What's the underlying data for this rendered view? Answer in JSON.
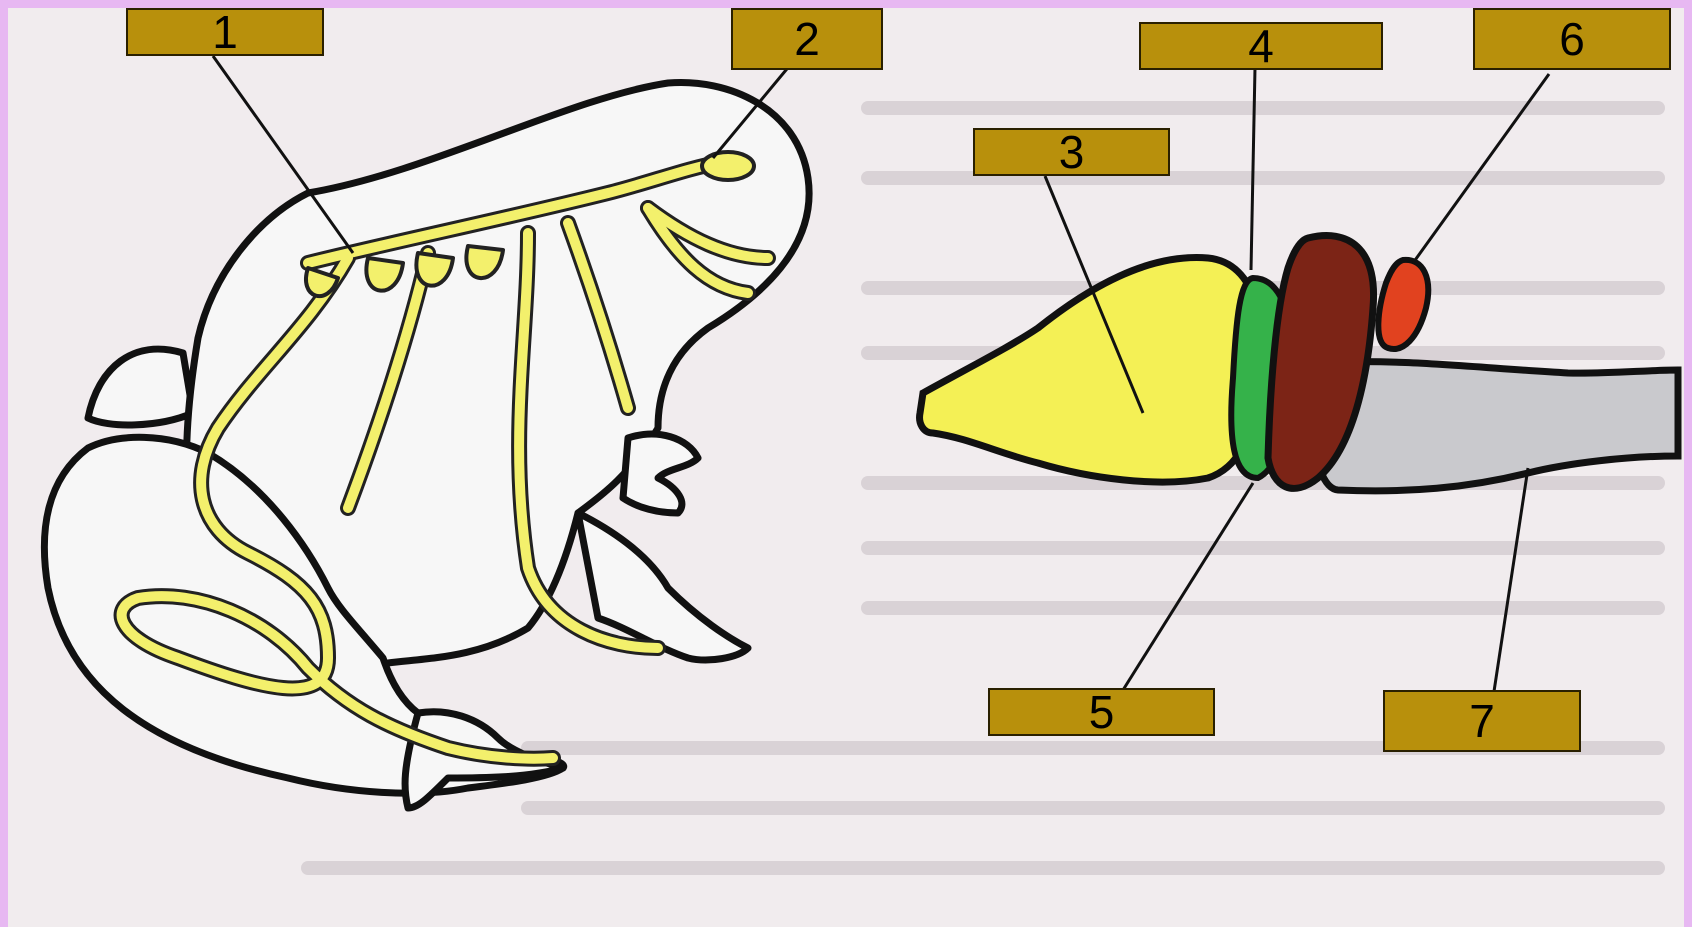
{
  "labels": [
    {
      "id": "1",
      "text": "1"
    },
    {
      "id": "2",
      "text": "2"
    },
    {
      "id": "3",
      "text": "3"
    },
    {
      "id": "4",
      "text": "4"
    },
    {
      "id": "5",
      "text": "5"
    },
    {
      "id": "6",
      "text": "6"
    },
    {
      "id": "7",
      "text": "7"
    }
  ],
  "colors": {
    "nerve": "#f3f06c",
    "forebrain": "#f4f055",
    "diencephalon": "#35b24a",
    "midbrain": "#7c2416",
    "pineal": "#e1421f",
    "hindbrain": "#c9c9cd",
    "label_box": "#b8900c"
  }
}
